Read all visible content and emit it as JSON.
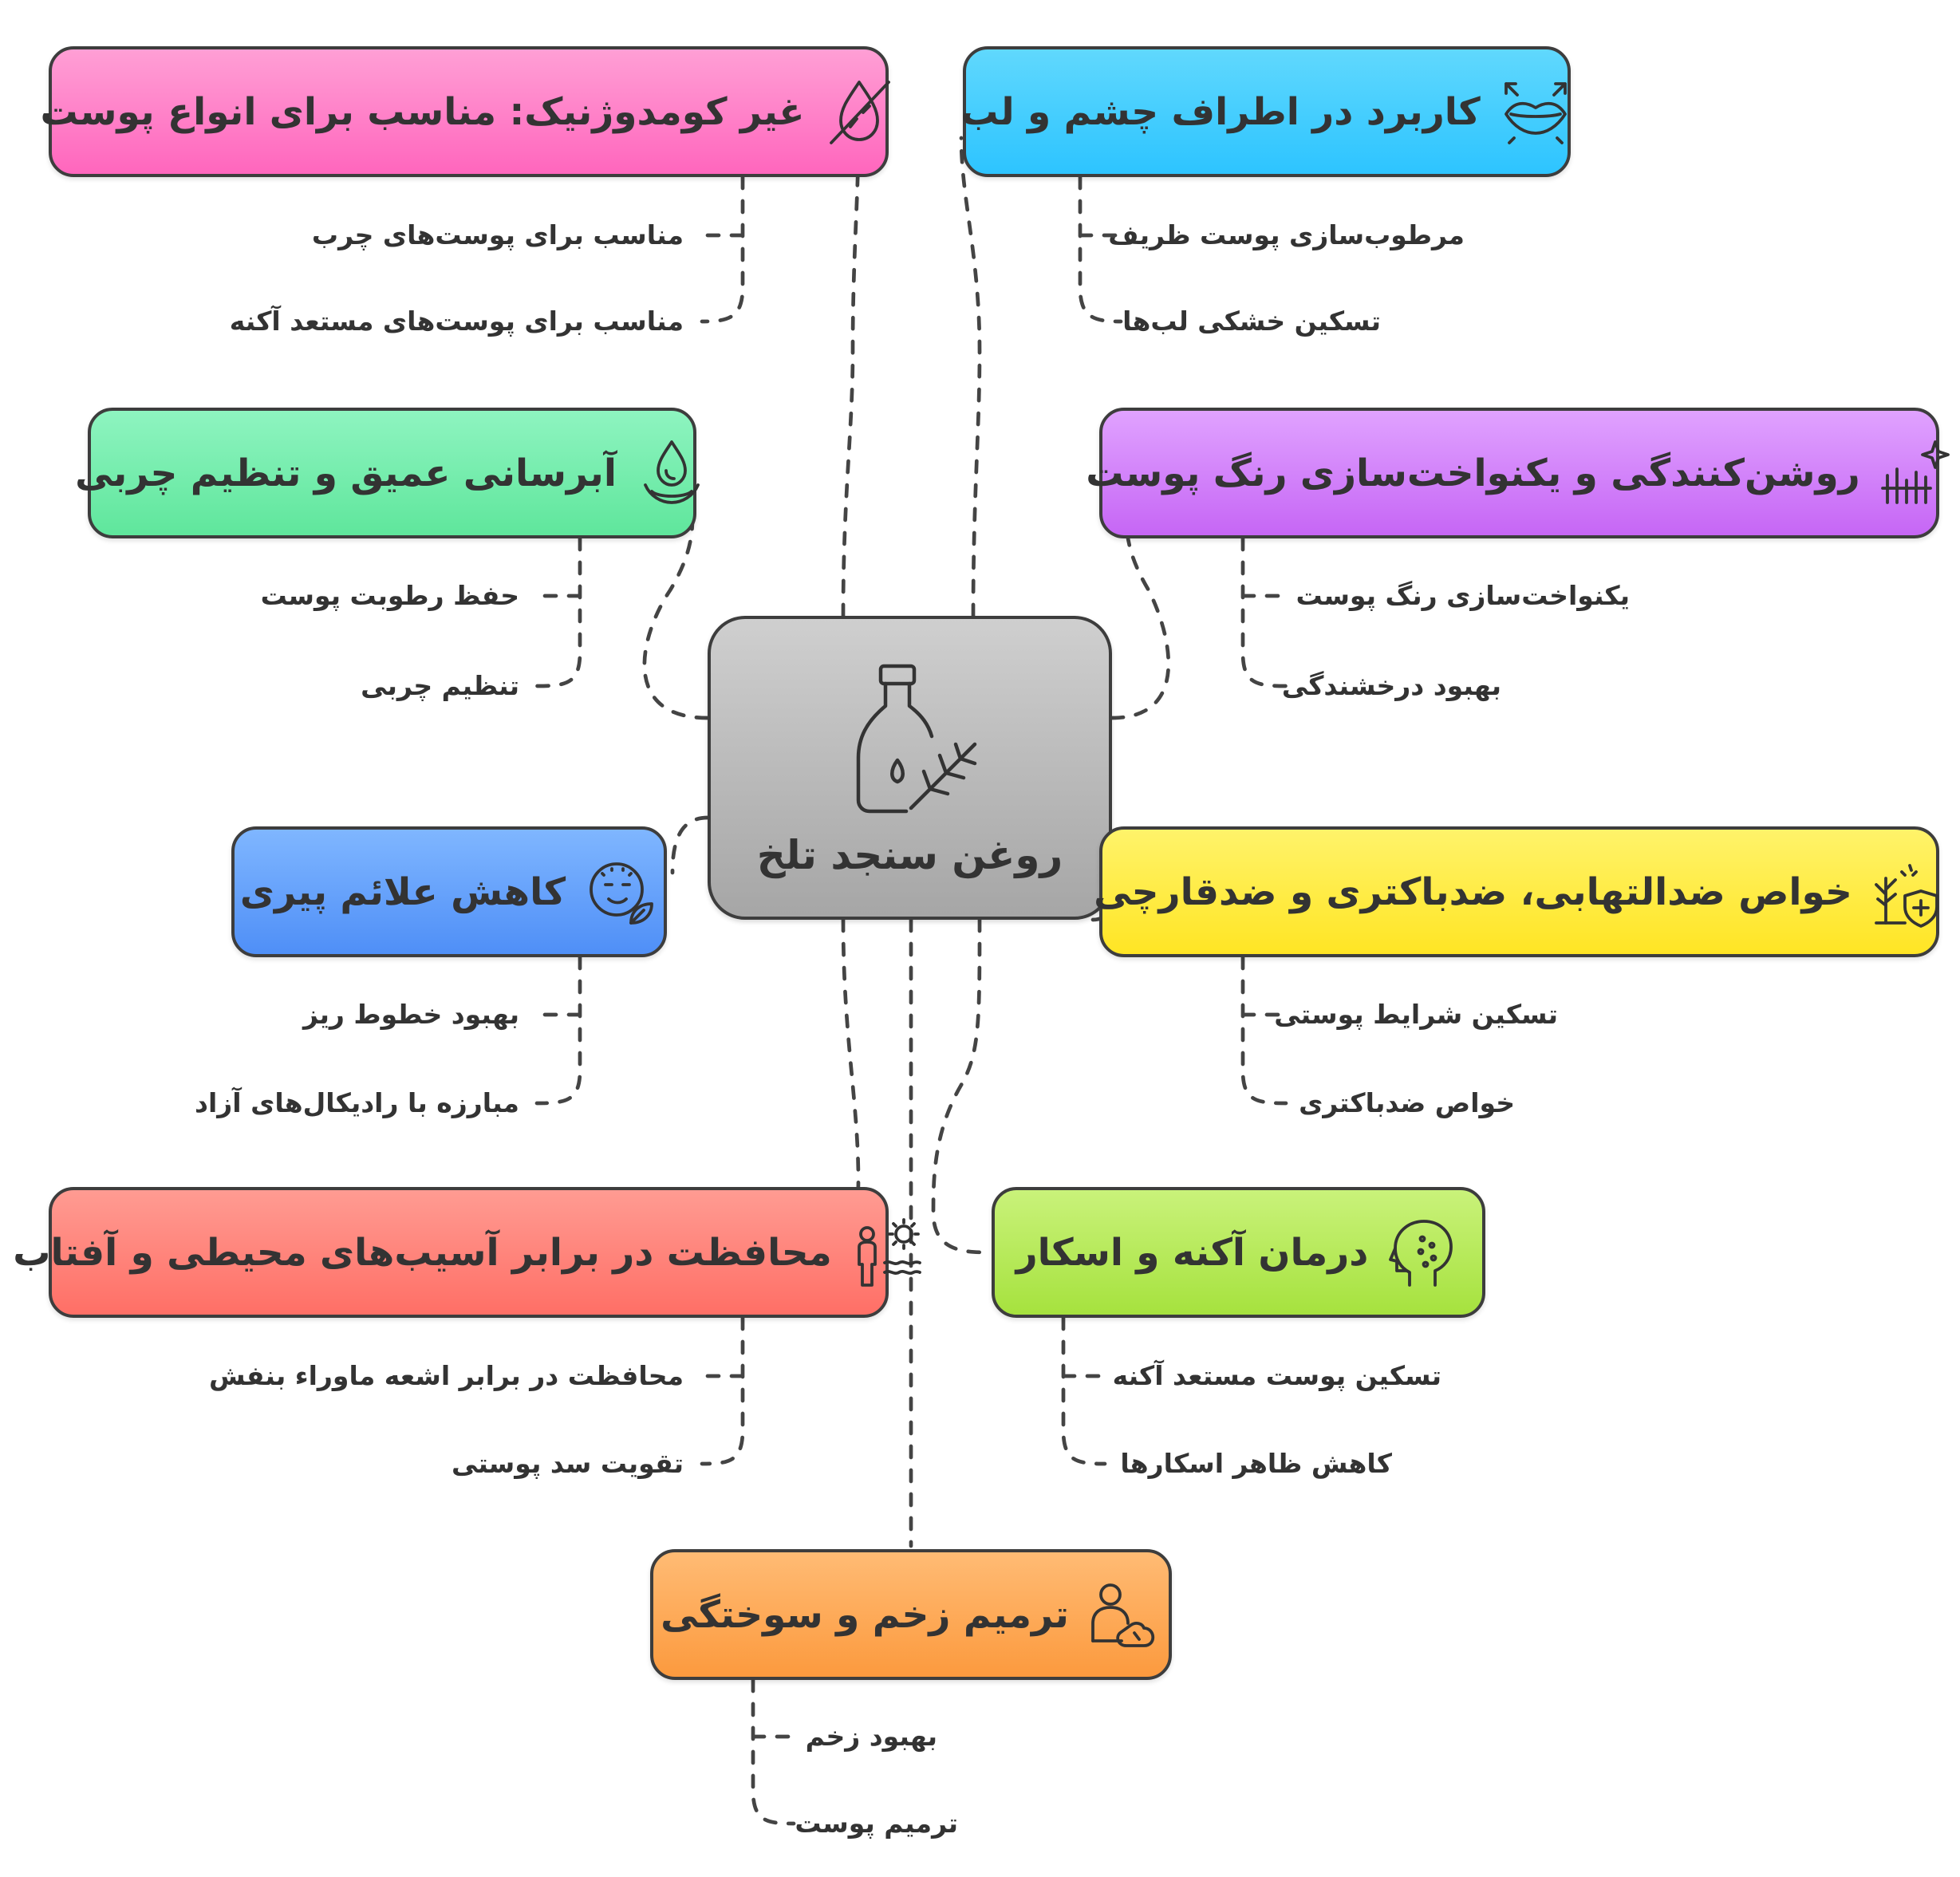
{
  "center": {
    "title": "روغن سنجد تلخ",
    "icon": "oil-bottle-icon",
    "color": "#b8b8b8"
  },
  "nodes": [
    {
      "id": "non-comedogenic",
      "title": "غیر کومدوژنیک: مناسب برای انواع پوست",
      "icon": "no-drop-icon",
      "color_top": "#ff9fd5",
      "color_bottom": "#ff66bd",
      "items": [
        "مناسب برای پوست‌های چرب",
        "مناسب برای پوست‌های مستعد آکنه"
      ]
    },
    {
      "id": "eye-lip",
      "title": "کاربرد در اطراف چشم و لب",
      "icon": "lips-icon",
      "color_top": "#60d8fd",
      "color_bottom": "#2dc4ff",
      "items": [
        "مرطوب‌سازی پوست ظریف",
        "تسکین خشکی لب‌ها"
      ]
    },
    {
      "id": "hydration",
      "title": "آبرسانی عمیق و تنظیم چربی",
      "icon": "water-drop-icon",
      "color_top": "#8ef4c0",
      "color_bottom": "#5fe69c",
      "items": [
        "حفظ رطوبت پوست",
        "تنظیم چربی"
      ]
    },
    {
      "id": "brightening",
      "title": "روشن‌کنندگی و یکنواخت‌سازی رنگ پوست",
      "icon": "sparkle-icon",
      "color_top": "#e0a2ff",
      "color_bottom": "#c666f5",
      "items": [
        "یکنواخت‌سازی رنگ پوست",
        "بهبود درخشندگی"
      ]
    },
    {
      "id": "anti-aging",
      "title": "کاهش علائم پیری",
      "icon": "face-leaf-icon",
      "color_top": "#7fb6ff",
      "color_bottom": "#4f8ff7",
      "items": [
        "بهبود خطوط ریز",
        "مبارزه با رادیکال‌های آزاد"
      ]
    },
    {
      "id": "anti-inflammatory",
      "title": "خواص ضدالتهابی، ضدباکتری و ضدقارچی",
      "icon": "plant-shield-icon",
      "color_top": "#fff36a",
      "color_bottom": "#ffe524",
      "items": [
        "تسکین شرایط پوستی",
        "خواص ضدباکتری"
      ]
    },
    {
      "id": "protection",
      "title": "محافظت در برابر آسیب‌های محیطی و آفتاب",
      "icon": "person-sun-icon",
      "color_top": "#ff9b92",
      "color_bottom": "#ff6f66",
      "items": [
        "محافظت در برابر اشعه ماوراء بنفش",
        "تقویت سد پوستی"
      ]
    },
    {
      "id": "acne",
      "title": "درمان آکنه و اسکار",
      "icon": "head-dots-icon",
      "color_top": "#c9f27a",
      "color_bottom": "#a6e23e",
      "items": [
        "تسکین پوست مستعد آکنه",
        "کاهش ظاهر اسکارها"
      ]
    },
    {
      "id": "wound",
      "title": "ترمیم زخم و سوختگی",
      "icon": "person-hand-icon",
      "color_top": "#ffbb74",
      "color_bottom": "#fc9a3e",
      "items": [
        "بهبود زخم",
        "ترمیم پوست"
      ]
    }
  ]
}
